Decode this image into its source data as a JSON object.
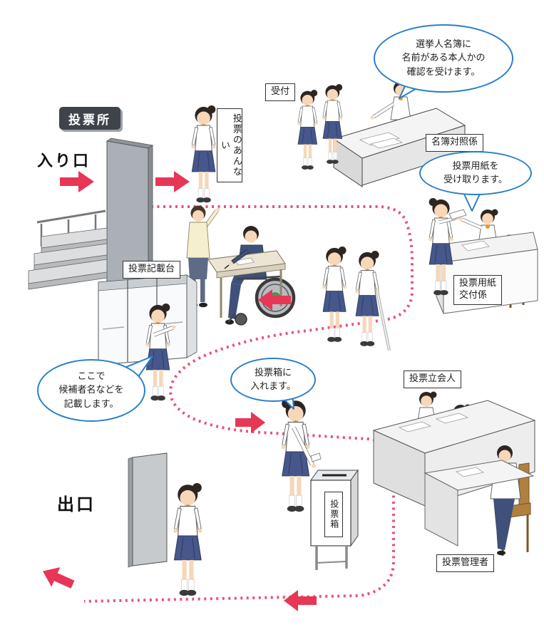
{
  "scene": {
    "title_badge": "投票所",
    "entrance_label": "入り口",
    "exit_label": "出口"
  },
  "stations": {
    "reception": "受付",
    "roster_clerk": "名簿対照係",
    "ballot_clerk": {
      "lines": [
        "投票用紙",
        "交付係"
      ]
    },
    "booth": "投票記載台",
    "ballot_box": "投票箱",
    "observers": "投票立会人",
    "manager": "投票管理者",
    "guide_sign": "投票のあんない"
  },
  "bubbles": {
    "verify": {
      "lines": [
        "選挙人名簿に",
        "名前がある本人かの",
        "確認を受けます。"
      ]
    },
    "receive": {
      "lines": [
        "投票用紙を",
        "受け取ります。"
      ]
    },
    "write": {
      "lines": [
        "ここで",
        "候補者名などを",
        "記載します。"
      ]
    },
    "deposit": {
      "lines": [
        "投票箱に",
        "入れます。"
      ]
    }
  },
  "colors": {
    "route_pink": "#e8537a",
    "arrow_red": "#e73656",
    "bubble_border": "#2a7fc9",
    "badge_bg": "#3f444b",
    "uniform_navy": "#46578c",
    "bow_orange": "#f5921e",
    "wheelchair_green": "#37a34a"
  }
}
